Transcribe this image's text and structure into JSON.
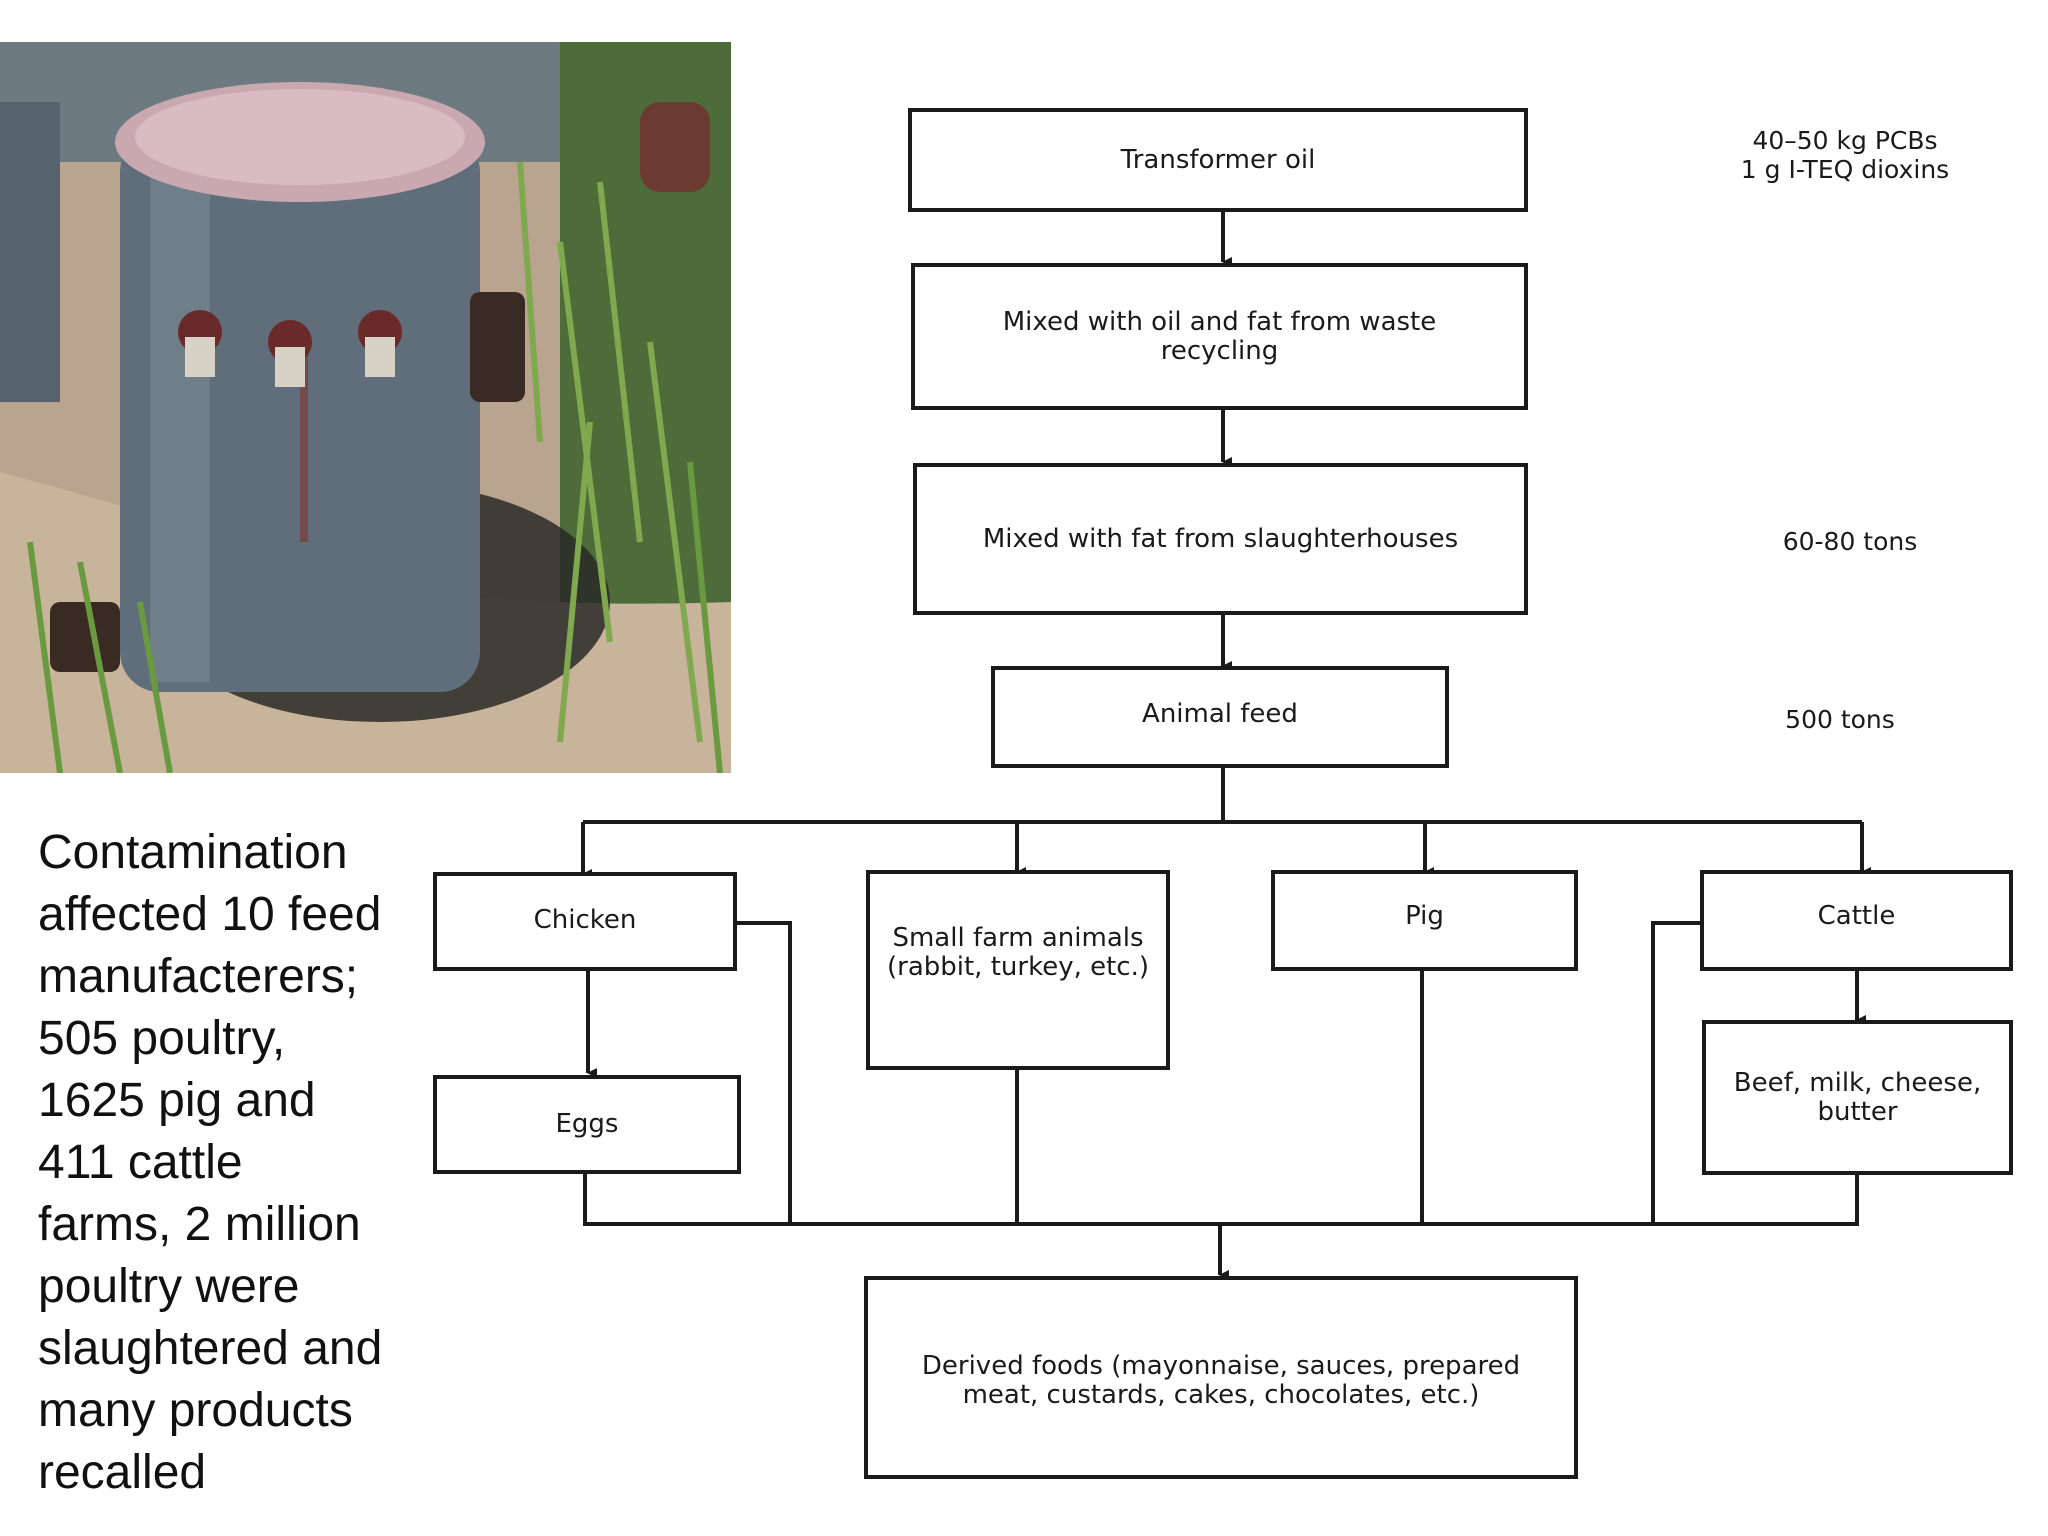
{
  "flowchart": {
    "transformer_oil": "Transformer oil",
    "mixed_waste": [
      "Mixed with oil and fat from waste",
      "recycling"
    ],
    "mixed_slaughter": "Mixed with fat from slaughterhouses",
    "animal_feed": "Animal feed",
    "chicken": "Chicken",
    "small_farm": [
      "Small farm animals",
      "(rabbit, turkey, etc.)"
    ],
    "pig": "Pig",
    "cattle": "Cattle",
    "eggs": "Eggs",
    "beef": [
      "Beef, milk, cheese,",
      "butter"
    ],
    "derived_foods": [
      "Derived foods (mayonnaise, sauces, prepared",
      "meat, custards, cakes, chocolates, etc.)"
    ]
  },
  "notes": {
    "pcb": [
      "40–50 kg PCBs",
      "1 g I-TEQ dioxins"
    ],
    "tons_slaughter": "60-80 tons",
    "tons_feed": "500 tons"
  },
  "caption": {
    "lines": [
      "Contamination",
      "affected 10 feed",
      "manufacterers;",
      "505 poultry,",
      "1625 pig and",
      "411 cattle",
      "farms, 2 million",
      "poultry were",
      "slaughtered and",
      "many products",
      "recalled"
    ]
  },
  "colors": {
    "line": "#1a1a1a",
    "tank_body": "#5f6e7a",
    "tank_lid": "#c9a8b0",
    "grass": "#5f8a3c",
    "soil": "#c8b39b",
    "oil_stain": "#2a2a28"
  }
}
